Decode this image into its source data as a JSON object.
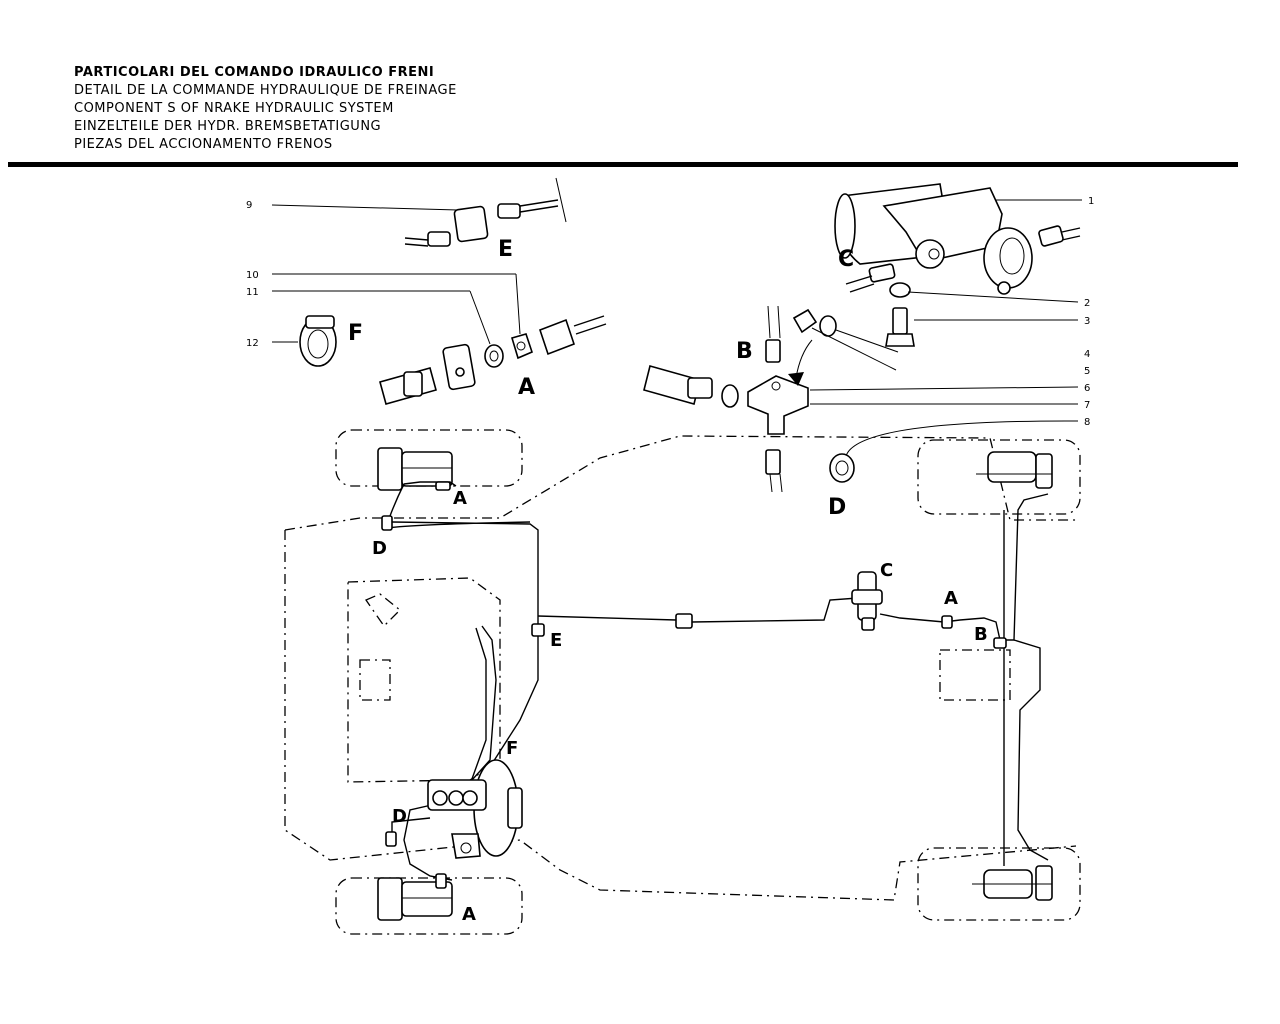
{
  "header": {
    "lines": [
      "PARTICOLARI DEL COMANDO IDRAULICO FRENI",
      "DETAIL DE LA COMMANDE HYDRAULIQUE DE FREINAGE",
      "COMPONENT S OF NRAKE HYDRAULIC SYSTEM",
      "EINZELTEILE DER HYDR. BREMSBETATIGUNG",
      "PIEZAS DEL ACCIONAMENTO FRENOS"
    ]
  },
  "callouts": {
    "n1": "1",
    "n2": "2",
    "n3": "3",
    "n4": "4",
    "n5": "5",
    "n6": "6",
    "n7": "7",
    "n8": "8",
    "n9": "9",
    "n10": "10",
    "n11": "11",
    "n12": "12"
  },
  "letters": {
    "A": "A",
    "B": "B",
    "C": "C",
    "D": "D",
    "E": "E",
    "F": "F"
  }
}
